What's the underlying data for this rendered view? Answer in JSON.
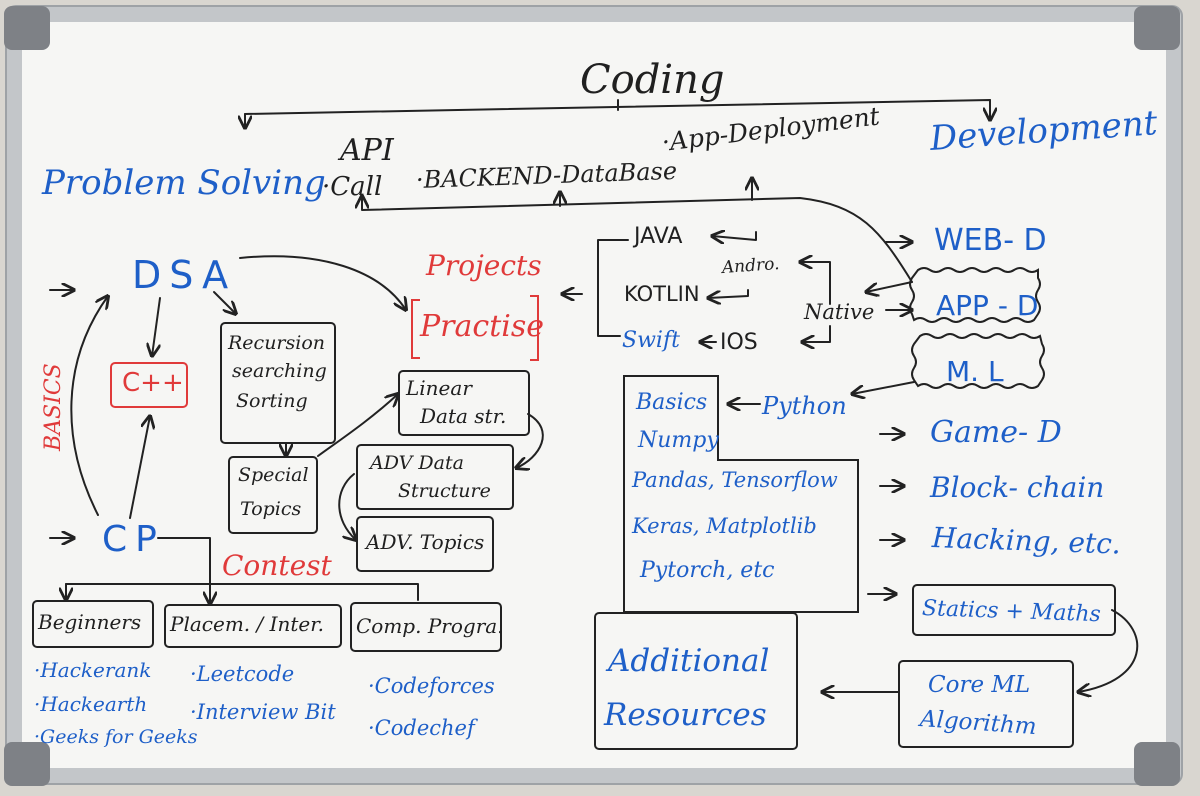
{
  "title": "Coding",
  "problem_solving": "Problem Solving",
  "api": "API",
  "api_call": "·Call",
  "backend": "·BACKEND-DataBase",
  "app_deployment": "·App-Deployment",
  "development": "Development",
  "basics_vertical": "BASICS",
  "dsa": "DSA",
  "cpp": "C++",
  "recursion": [
    "Recursion",
    "searching",
    "Sorting"
  ],
  "special_topics": [
    "Special",
    "Topics"
  ],
  "linear_ds": [
    "Linear",
    "Data str."
  ],
  "adv_ds": [
    "ADV Data",
    "Structure"
  ],
  "adv_topics": "ADV. Topics",
  "projects": "Projects",
  "practise": "Practise",
  "cp": "CP",
  "contest": "Contest",
  "levels": {
    "beginners": "Beginners",
    "placement": "Placem. / Inter.",
    "competitive": "Comp. Progra."
  },
  "beginner_sites": [
    "·Hackerank",
    "·Hackearth",
    "·Geeks for Geeks"
  ],
  "placement_sites": [
    "·Leetcode",
    "·Interview Bit"
  ],
  "competitive_sites": [
    "·Codeforces",
    "·Codechef"
  ],
  "languages": {
    "java": "JAVA",
    "kotlin": "KOTLIN",
    "andro": "Andro.",
    "native": "Native",
    "swift": "Swift",
    "ios": "IOS",
    "python": "Python"
  },
  "dev_tracks": [
    "WEB- D",
    "APP - D",
    "M. L",
    "Game- D",
    "Block- chain",
    "Hacking, etc."
  ],
  "ml_libs": [
    "Basics",
    "Numpy",
    "Pandas, Tensorflow",
    "Keras, Matplotlib",
    "Pytorch, etc"
  ],
  "stats_maths": "Statics + Maths",
  "core_ml": [
    "Core ML",
    "Algorithm"
  ],
  "additional": [
    "Additional",
    "Resources"
  ],
  "colors": {
    "marker_blue": "#1e5fc8",
    "marker_black": "#202020",
    "marker_red": "#e03a3a",
    "board": "#f6f6f4",
    "frame": "#b9bcbf"
  }
}
